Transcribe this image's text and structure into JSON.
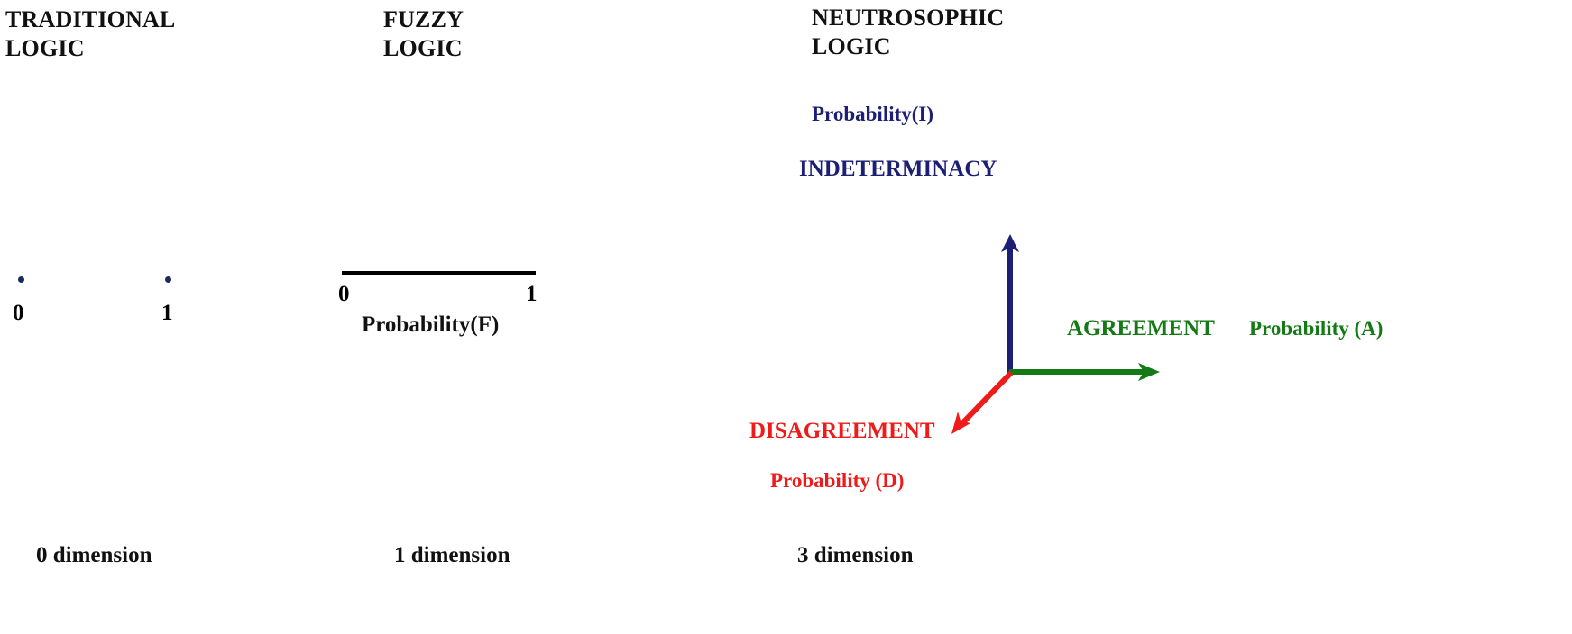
{
  "columns": {
    "traditional": {
      "title": "TRADITIONAL\nLOGIC",
      "points": [
        {
          "label": "0"
        },
        {
          "label": "1"
        }
      ],
      "dimension_caption": "0 dimension"
    },
    "fuzzy": {
      "title": "FUZZY\nLOGIC",
      "segment_start_label": "0",
      "segment_end_label": "1",
      "axis_name": "Probability(F)",
      "dimension_caption": "1 dimension"
    },
    "neutrosophic": {
      "title": "NEUTROSOPHIC\nLOGIC",
      "axes": [
        {
          "name": "indeterminacy-axis",
          "direction": "up",
          "probability_label": "Probability(I)",
          "axis_label": "INDETERMINACY",
          "color": "#1c1f73"
        },
        {
          "name": "agreement-axis",
          "direction": "right",
          "probability_label": "Probability (A)",
          "axis_label": "AGREEMENT",
          "color": "#157a15"
        },
        {
          "name": "disagreement-axis",
          "direction": "down-left",
          "probability_label": "Probability (D)",
          "axis_label": "DISAGREEMENT",
          "color": "#ee1b1b"
        }
      ],
      "dimension_caption": "3 dimension"
    }
  },
  "colors": {
    "indeterminacy_blue": "#1c1f73",
    "agreement_green": "#157a15",
    "disagreement_red": "#ee1b1b",
    "point_navy": "#1b2a5e",
    "text_black": "#111111",
    "background": "#ffffff"
  }
}
